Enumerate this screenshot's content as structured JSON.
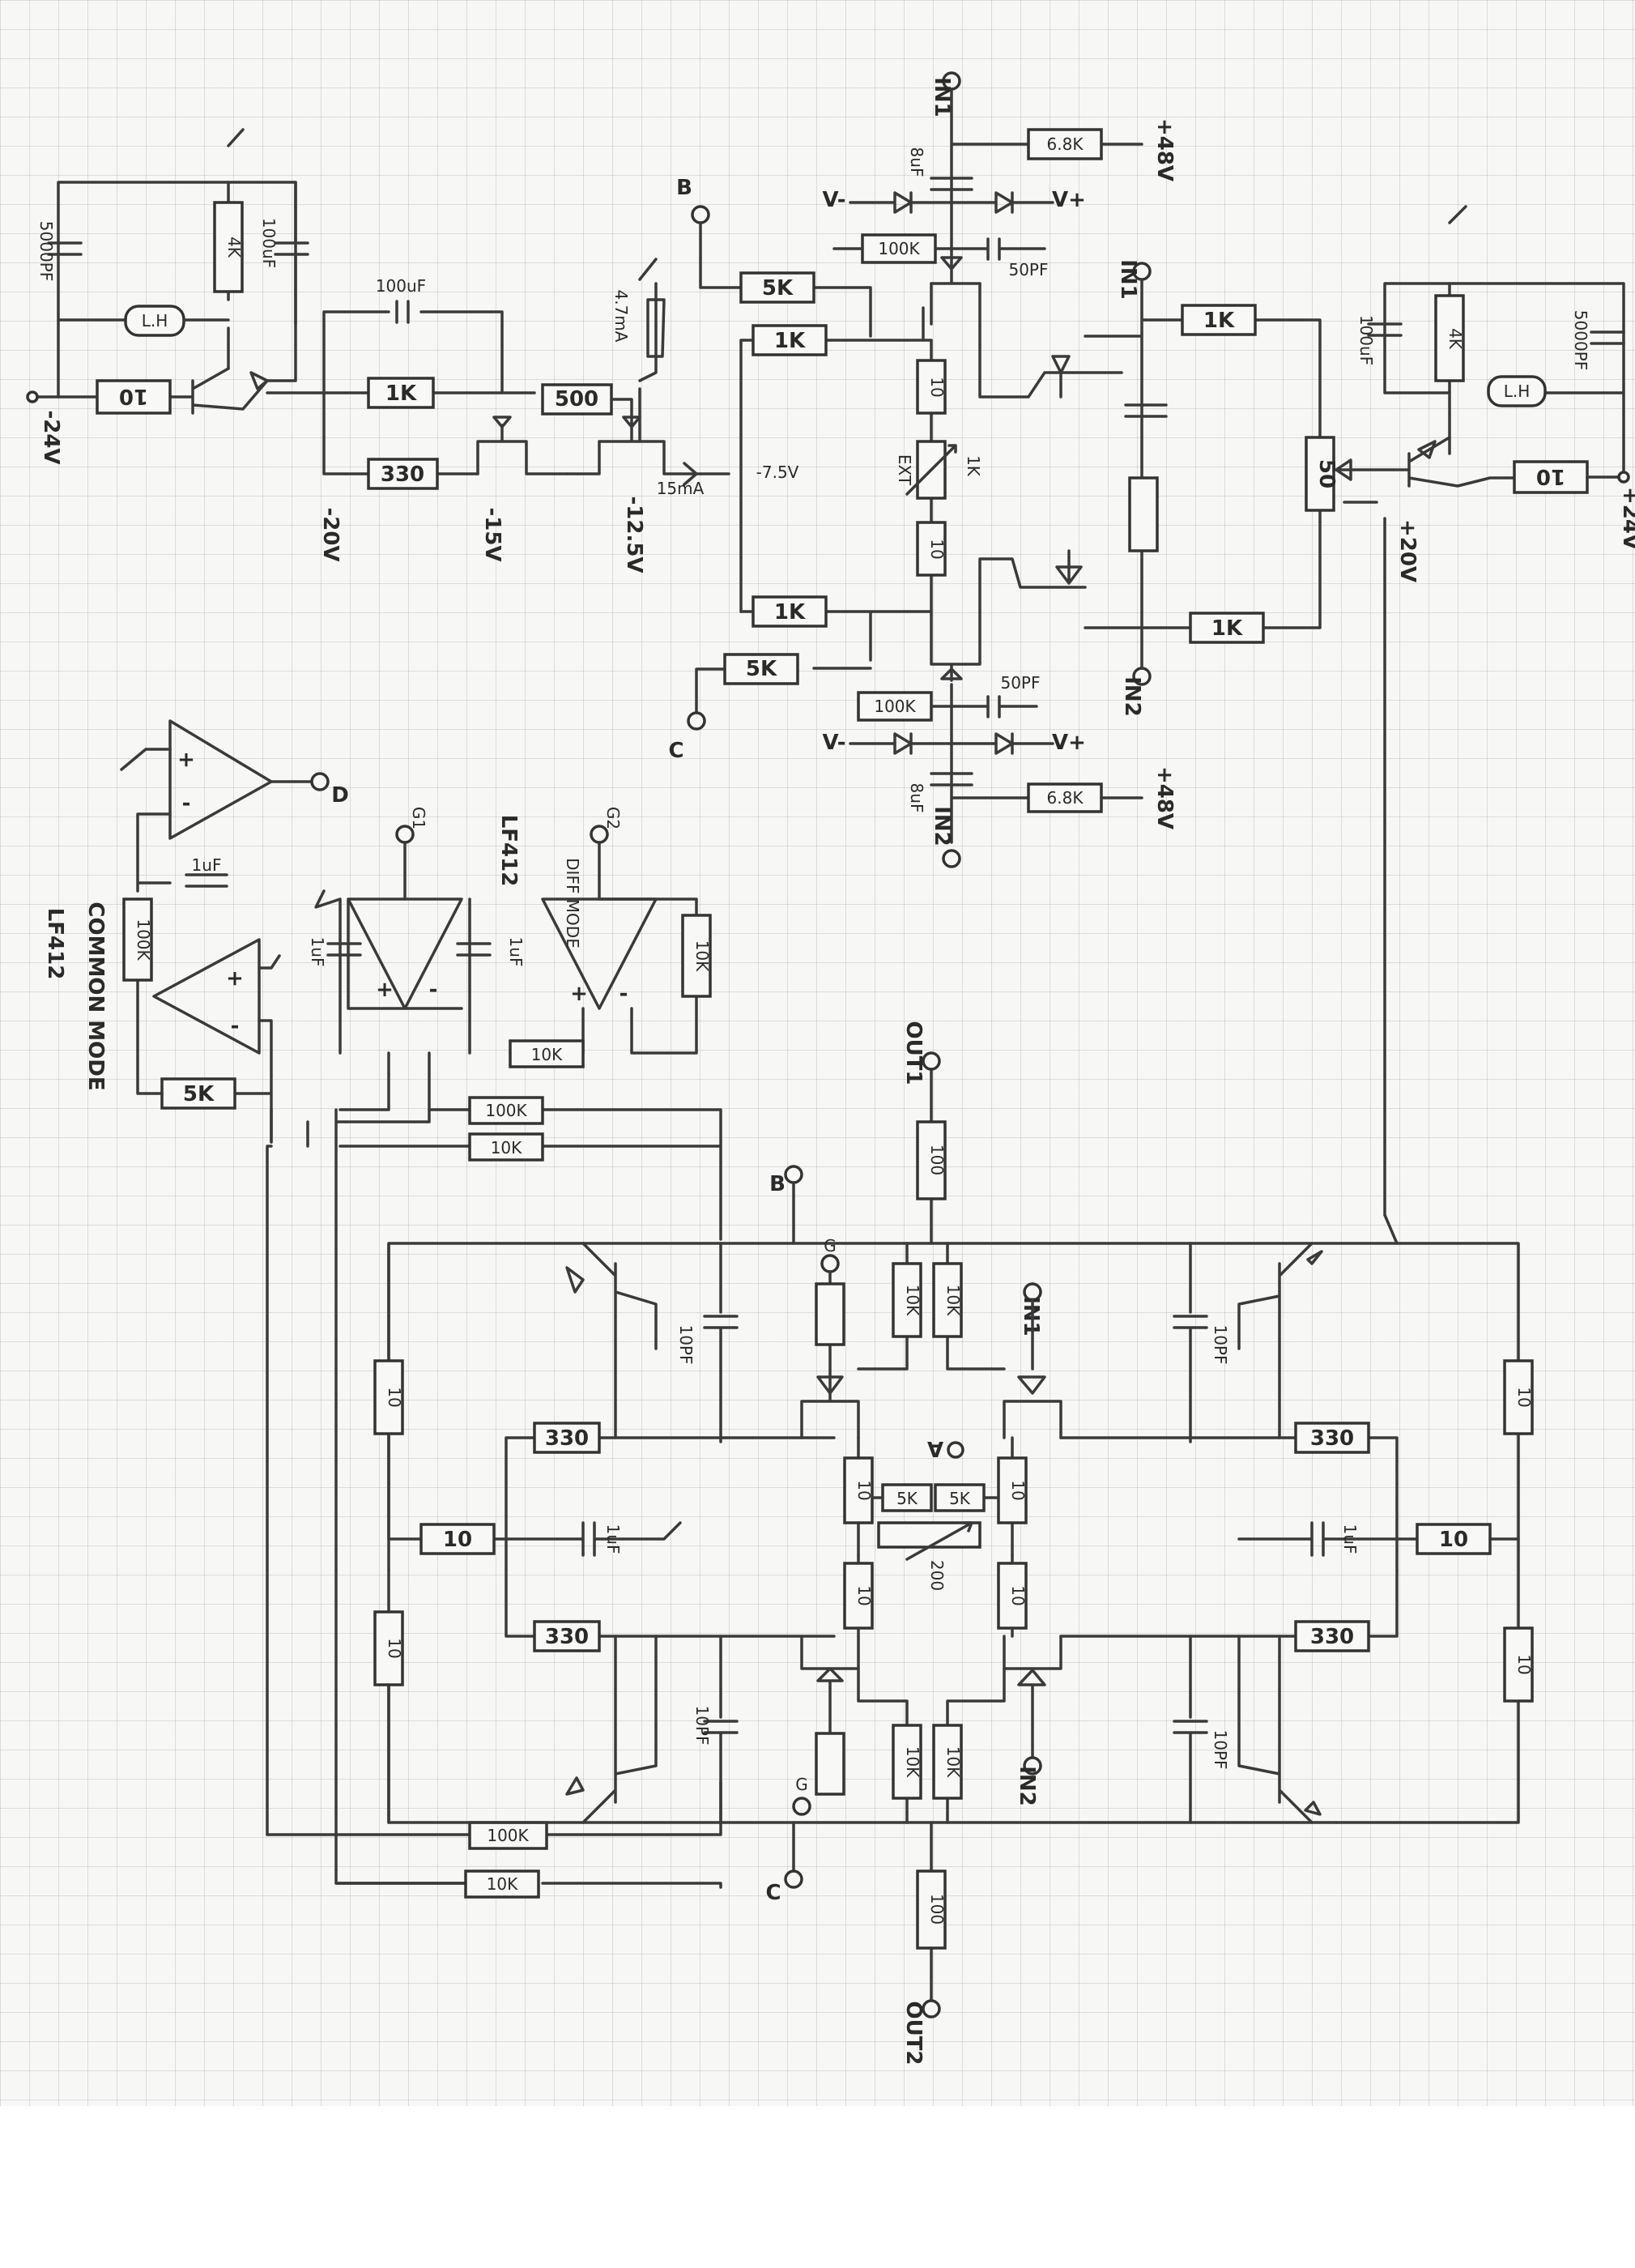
{
  "resistors": {
    "r_10_tl": "10",
    "r_1k_a": "1K",
    "r_330_a": "330",
    "r_500": "500",
    "r_5k_b": "5K",
    "r_1k_b": "1K",
    "r_10_c1": "10",
    "r_pot_1k": "1K",
    "r_10_c2": "10",
    "r_1k_c": "1K",
    "r_5k_c": "5K",
    "r_1k_r1": "1K",
    "r_50": "50",
    "r_1k_r2": "1K",
    "r_10_tr": "10",
    "r_100k_top": "100K",
    "r_6k8_top": "6.8K",
    "r_100k_bot": "100K",
    "r_6k8_bot": "6.8K",
    "r_100k_cm": "100K",
    "r_5k_cm": "5K",
    "r_10k_op": "10K",
    "r_10k_fb": "10K",
    "r_100k_m1": "100K",
    "r_10k_m1": "10K",
    "r_100_out1": "100",
    "r_10k_a": "10K",
    "r_10k_b": "10K",
    "r_10_l1": "10",
    "r_330_l1": "330",
    "r_10_l2": "10",
    "r_330_l2": "330",
    "r_10_l3": "10",
    "r_10_ca": "10",
    "r_5k_ca": "5K",
    "r_5k_cb": "5K",
    "r_10_cb": "10",
    "r_200": "200",
    "r_10_cc": "10",
    "r_10_cd": "10",
    "r_330_r1": "330",
    "r_10_r1": "10",
    "r_10_r2": "10",
    "r_330_r2": "330",
    "r_10_r3": "10",
    "r_10k_c": "10K",
    "r_10k_d": "10K",
    "r_100k_m2": "100K",
    "r_10k_m2": "10K",
    "r_100_out2": "100",
    "r_4k_tl": "4K",
    "r_4k_tr": "4K"
  },
  "caps": {
    "c_5000pf_l": "5000PF",
    "c_100uf_l": "100uF",
    "c_100uf_mid": "100uF",
    "c_5000pf_r": "5000PF",
    "c_100uf_r": "100uF",
    "c_8uf_top": "8uF",
    "c_50pf_top": "50PF",
    "c_50pf_bot": "50PF",
    "c_8uf_bot": "8uF",
    "c_1uf_cm": "1uF",
    "c_1uf_a": "1uF",
    "c_1uf_b": "1uF",
    "c_10pf_1": "10PF",
    "c_10pf_2": "10PF",
    "c_10pf_3": "10PF",
    "c_10pf_4": "10PF",
    "c_1uf_l": "1uF",
    "c_1uf_r": "1uF"
  },
  "labels": {
    "v_neg24": "-24V",
    "v_neg20": "-20V",
    "v_neg15": "-15V",
    "v_neg12_5": "-12.5V",
    "v_neg7_5": "-7.5V",
    "i_15ma": "15mA",
    "i_4_7ma": "4.7mA",
    "v_pos24": "+24V",
    "v_pos20": "+20V",
    "v_pos48_top": "+48V",
    "v_pos48_bot": "+48V",
    "node_b": "B",
    "node_c": "C",
    "node_a": "A",
    "node_d": "D",
    "node_in1_top": "IN1",
    "node_in2_top": "IN2",
    "node_in1_r": "IN1",
    "node_in2_r": "IN2",
    "node_in1_bot": "IN1",
    "node_in2_bot": "IN2",
    "node_g1": "G1",
    "node_g2": "G2",
    "node_g_a": "G",
    "node_g_b": "G",
    "node_b2": "B",
    "node_c2": "C",
    "out1": "OUT1",
    "out2": "OUT2",
    "lf412_a": "LF412",
    "lf412_b": "LF412",
    "common_mode": "COMMON MODE",
    "diff_mode": "DIFF MODE",
    "ext": "EXT",
    "lamp_l": "L.H",
    "lamp_r": "L.H",
    "vminus_t": "V-",
    "vplus_t": "V+",
    "vminus_b": "V-",
    "vplus_b": "V+"
  }
}
